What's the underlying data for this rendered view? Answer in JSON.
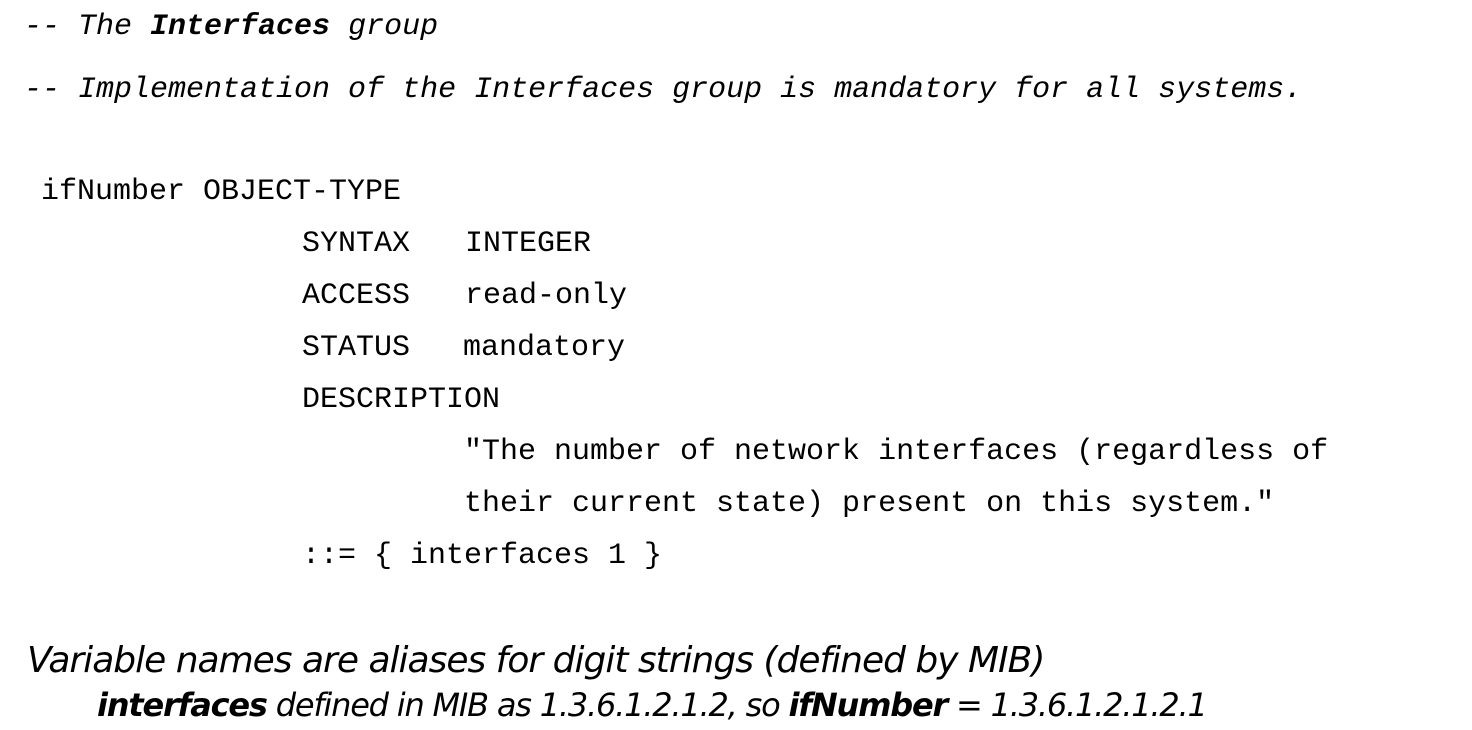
{
  "comment_line1": {
    "prefix": "-- The ",
    "bold": "Interfaces",
    "suffix": " group"
  },
  "comment_line2": "-- Implementation of the Interfaces group is mandatory for all systems.",
  "object": {
    "header": "ifNumber OBJECT-TYPE",
    "syntax_key": "SYNTAX",
    "syntax_value": "INTEGER",
    "access_key": "ACCESS",
    "access_value": "read-only",
    "status_key": "STATUS",
    "status_value": "mandatory",
    "description_key": "DESCRIPTION",
    "description_line1": "\"The number of network interfaces (regardless of",
    "description_line2": "their current state) present on this system.\"",
    "assignment": "::= { interfaces 1 }"
  },
  "note": {
    "heading": "Variable names are aliases for digit strings (defined by MIB)",
    "detail_bold1": "interfaces",
    "detail_mid": " defined in MIB as 1.3.6.1.2.1.2, so ",
    "detail_bold2": "ifNumber",
    "detail_end": " = 1.3.6.1.2.1.2.1"
  }
}
